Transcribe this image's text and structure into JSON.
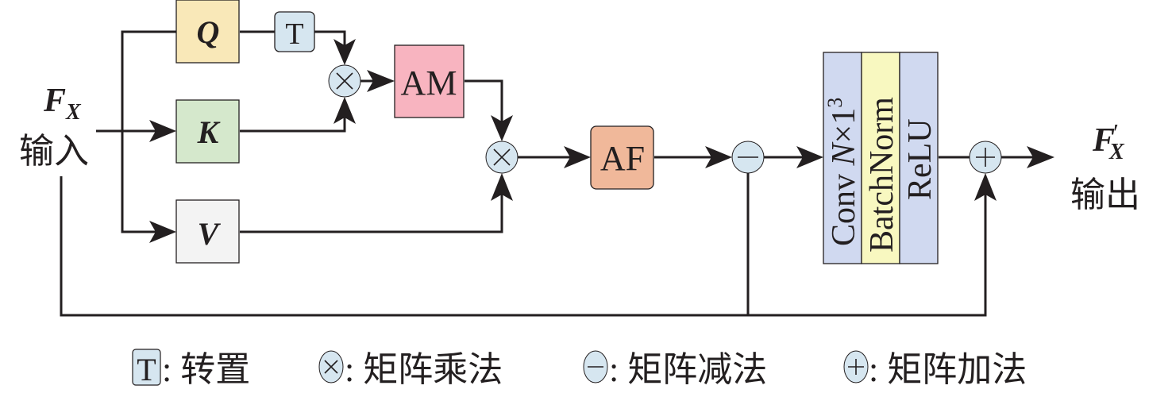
{
  "input": {
    "symbol": "F",
    "subscript": "X",
    "label": "输入"
  },
  "output": {
    "symbol": "F",
    "prime": "′",
    "subscript": "X",
    "label": "输出"
  },
  "blocks": {
    "q": {
      "label": "Q",
      "color": "#f9e8b8"
    },
    "k": {
      "label": "K",
      "color": "#d5e8cc"
    },
    "v": {
      "label": "V",
      "color": "#f3f3f3"
    },
    "transpose": {
      "label": "T",
      "color": "#d6e6f0"
    },
    "am": {
      "label": "AM",
      "color": "#f8b4c0"
    },
    "af": {
      "label": "AF",
      "color": "#f0b89a"
    },
    "conv": {
      "label": "Conv ",
      "n": "N",
      "times": "×1",
      "exp": "3",
      "color": "#d0d9f0"
    },
    "batchnorm": {
      "label": "BatchNorm",
      "color": "#f8f8c0"
    },
    "relu": {
      "label": "ReLU",
      "color": "#d0d9f0"
    }
  },
  "operators": {
    "multiply": "×",
    "subtract": "−",
    "add": "+",
    "color": "#d6e6f0"
  },
  "legend": [
    {
      "symbol": "T",
      "text": ": 转置"
    },
    {
      "symbol": "×",
      "text": ": 矩阵乘法"
    },
    {
      "symbol": "−",
      "text": ": 矩阵减法"
    },
    {
      "symbol": "+",
      "text": ": 矩阵加法"
    }
  ]
}
